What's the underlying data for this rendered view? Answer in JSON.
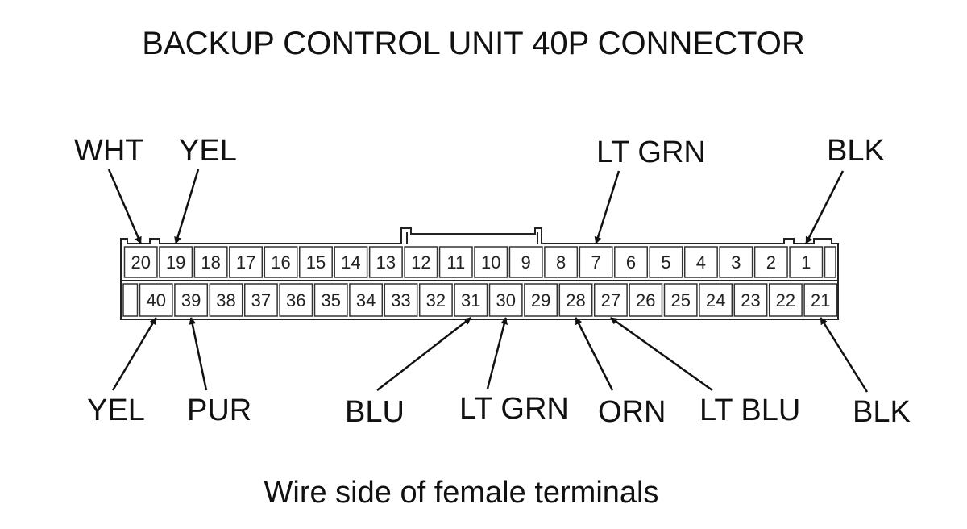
{
  "title": "BACKUP CONTROL UNIT 40P CONNECTOR",
  "caption": "Wire side of female terminals",
  "connector": {
    "top_row": [
      "20",
      "19",
      "18",
      "17",
      "16",
      "15",
      "14",
      "13",
      "12",
      "11",
      "10",
      "9",
      "8",
      "7",
      "6",
      "5",
      "4",
      "3",
      "2",
      "1"
    ],
    "bottom_row": [
      "40",
      "39",
      "38",
      "37",
      "36",
      "35",
      "34",
      "33",
      "32",
      "31",
      "30",
      "29",
      "28",
      "27",
      "26",
      "25",
      "24",
      "23",
      "22",
      "21"
    ]
  },
  "wire_labels": {
    "top": [
      {
        "text": "WHT",
        "terminal": "20"
      },
      {
        "text": "YEL",
        "terminal": "19"
      },
      {
        "text": "LT GRN",
        "terminal": "7"
      },
      {
        "text": "BLK",
        "terminal": "1"
      }
    ],
    "bottom": [
      {
        "text": "YEL",
        "terminal": "40"
      },
      {
        "text": "PUR",
        "terminal": "39"
      },
      {
        "text": "BLU",
        "terminal": "31"
      },
      {
        "text": "LT GRN",
        "terminal": "30"
      },
      {
        "text": "ORN",
        "terminal": "28"
      },
      {
        "text": "LT BLU",
        "terminal": "27"
      },
      {
        "text": "BLK",
        "terminal": "21"
      }
    ]
  }
}
